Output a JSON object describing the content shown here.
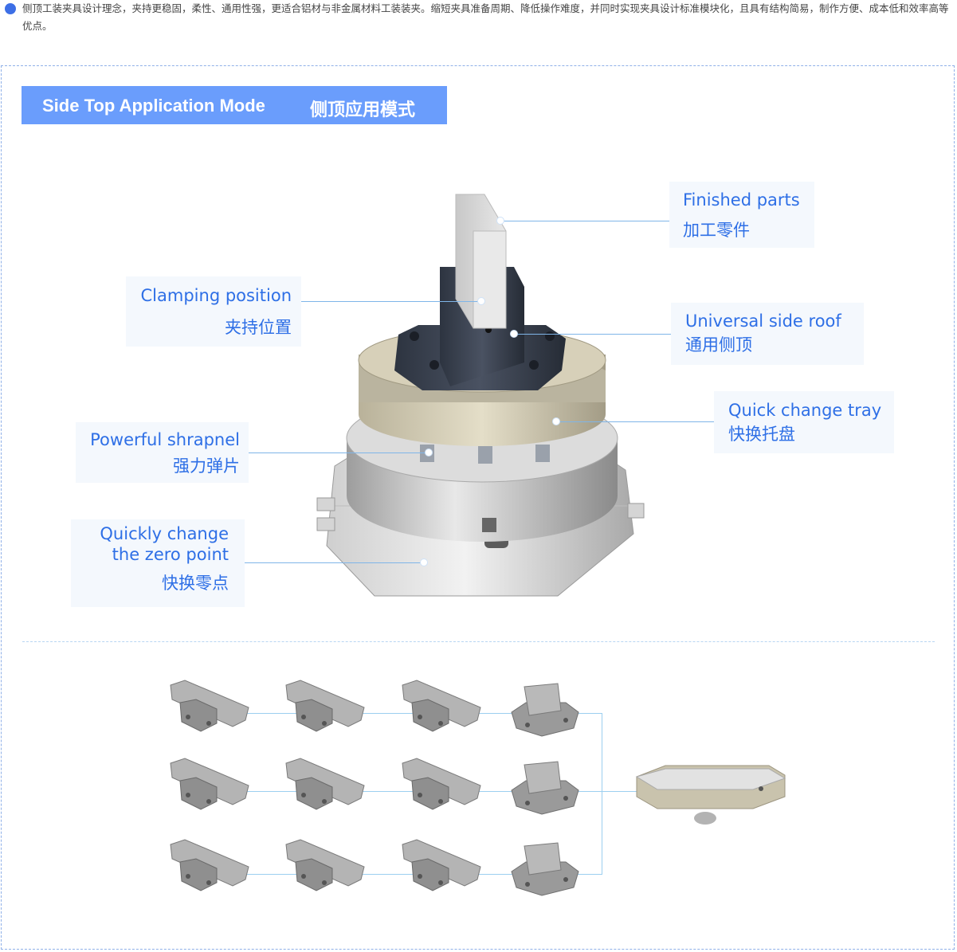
{
  "intro": {
    "text": "侧顶工装夹具设计理念，夹持更稳固，柔性、通用性强，更适合铝材与非金属材料工装装夹。缩短夹具准备周期、降低操作难度，并同时实现夹具设计标准模块化，且具有结构简易，制作方便、成本低和效率高等优点。"
  },
  "section": {
    "title_en": "Side Top Application Mode",
    "title_zh": "侧顶应用模式"
  },
  "callouts": {
    "finished": {
      "en": "Finished parts",
      "zh": "加工零件"
    },
    "clamping": {
      "en": "Clamping position",
      "zh": "夹持位置"
    },
    "universal": {
      "en": "Universal side roof",
      "zh": "通用侧顶"
    },
    "tray": {
      "en": "Quick change tray",
      "zh": "快换托盘"
    },
    "shrapnel": {
      "en": "Powerful shrapnel",
      "zh": "强力弹片"
    },
    "zero": {
      "en1": "Quickly change",
      "en2": "the zero point",
      "zh": "快换零点"
    }
  },
  "colors": {
    "accent": "#6a9dfc",
    "label_text": "#2e6fe6",
    "label_bg": "#f4f8fd",
    "leader": "#7fb5e8"
  },
  "icons": {
    "bullet": "blue-dot-icon"
  }
}
